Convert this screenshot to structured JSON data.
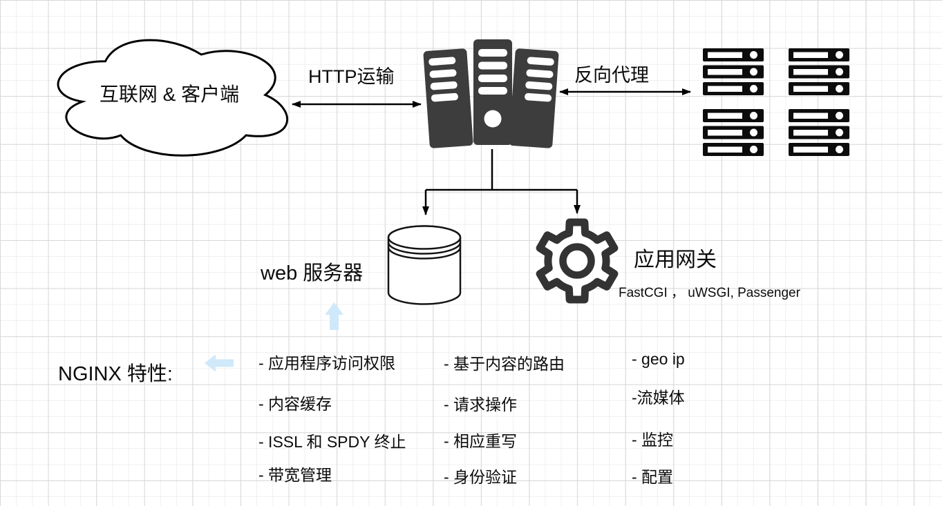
{
  "diagram": {
    "cloud_label": "互联网 & 客户端",
    "http_arrow_label": "HTTP运输",
    "proxy_arrow_label": "反向代理",
    "web_server_label": "web 服务器",
    "app_gateway_label": "应用网关",
    "app_gateway_sublabel": "FastCGI ， uWSGI,  Passenger",
    "features_title": "NGINX 特性:",
    "feature_columns": [
      [
        "- 应用程序访问权限",
        "- 内容缓存",
        "- ISSL 和 SPDY 终止",
        "- 带宽管理"
      ],
      [
        "- 基于内容的路由",
        "- 请求操作",
        "- 相应重写",
        "- 身份验证"
      ],
      [
        "- geo ip",
        "-流媒体",
        "- 监控",
        "- 配置"
      ]
    ],
    "icons": {
      "cloud": "cloud-shape",
      "nginx_server": "server-towers-icon",
      "backend_servers": "server-rack-icon",
      "web_server": "database-cylinder-icon",
      "app_gateway": "gear-icon",
      "hint_arrows": "light-blue-arrow-icon"
    },
    "colors": {
      "ink": "#000000",
      "tower_gray": "#3d3d3d",
      "rack_black": "#0c0c0c",
      "gear_gray": "#333333",
      "hint_blue": "#cfe9fa",
      "grid_minor": "#f1eff0",
      "grid_major": "#d8d8d8"
    }
  }
}
